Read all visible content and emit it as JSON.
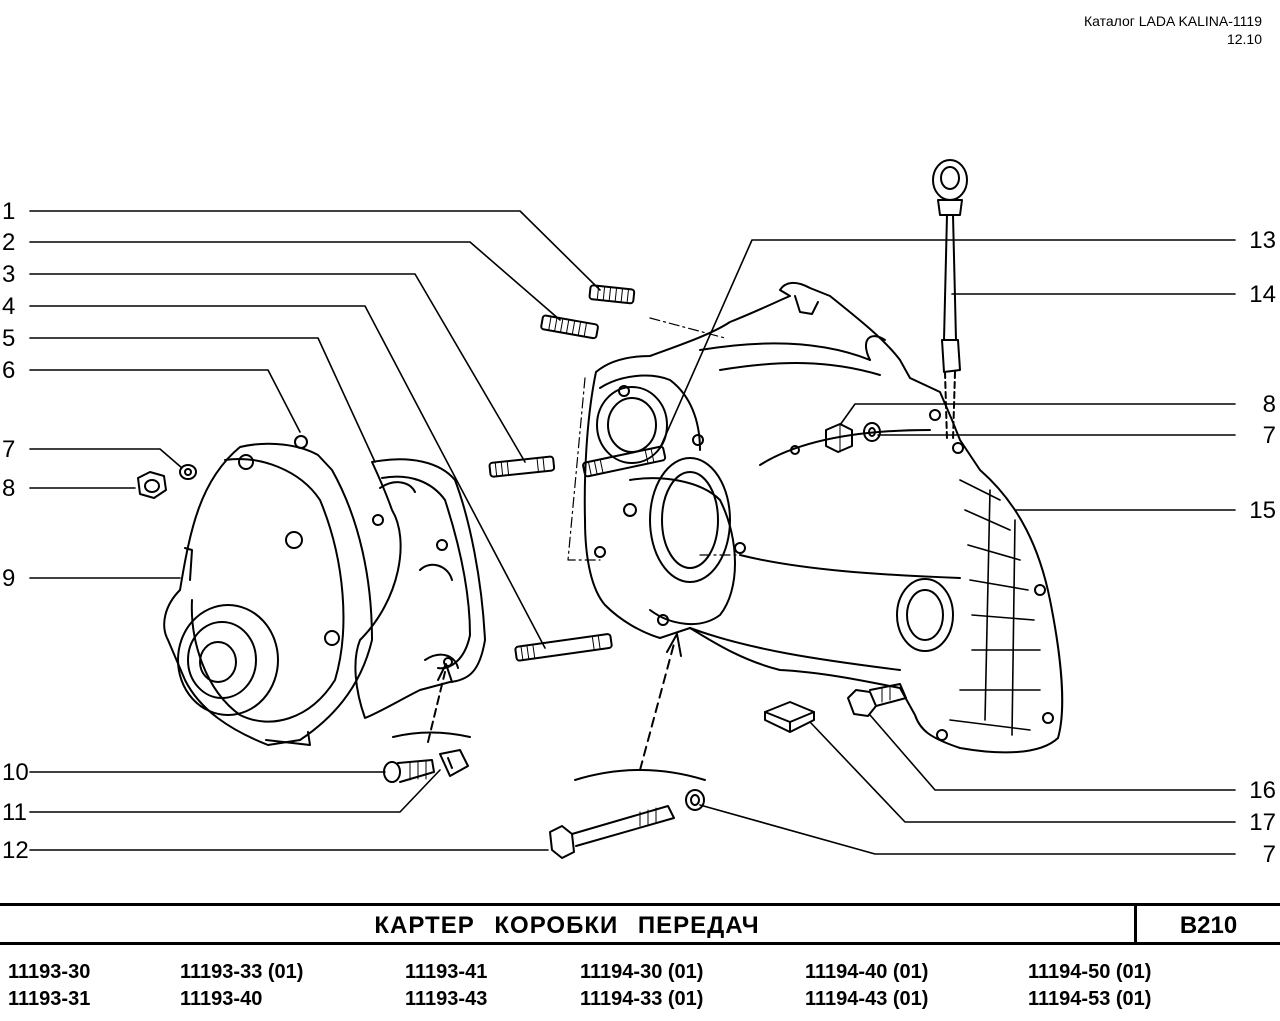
{
  "header": {
    "catalog": "Каталог LADA KALINA-1119",
    "date": "12.10"
  },
  "callouts": {
    "left": [
      "1",
      "2",
      "3",
      "4",
      "5",
      "6",
      "7",
      "8",
      "9",
      "10",
      "11",
      "12"
    ],
    "right": [
      "13",
      "14",
      "8",
      "7",
      "15",
      "16",
      "17",
      "7"
    ]
  },
  "title": {
    "text": "КАРТЕР КОРОБКИ ПЕРЕДАЧ",
    "code": "B210"
  },
  "models": {
    "row1": [
      "11193-30",
      "11193-33 (01)",
      "11193-41",
      "11194-30 (01)",
      "11194-40 (01)",
      "11194-50 (01)"
    ],
    "row2": [
      "11193-31",
      "11193-40",
      "11193-43",
      "11194-33 (01)",
      "11194-43 (01)",
      "11194-53 (01)"
    ]
  },
  "colors": {
    "line": "#000000",
    "background": "#ffffff"
  }
}
